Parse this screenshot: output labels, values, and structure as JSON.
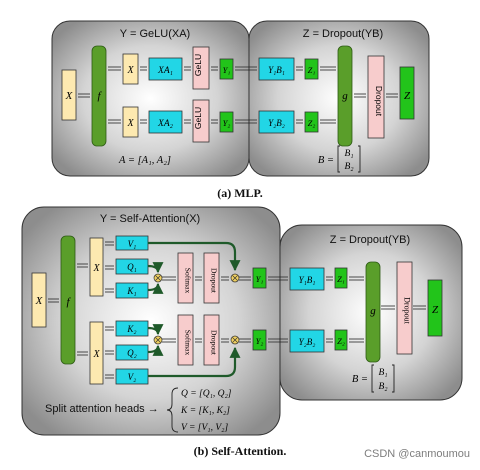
{
  "mlp": {
    "caption": "(a) MLP.",
    "left_title": "Y = GeLU(XA)",
    "right_title": "Z = Dropout(YB)",
    "a_def": "A = [A₁, A₂]",
    "b_lhs": "B =",
    "b_top": "B₁",
    "b_bottom": "B₂",
    "x_input": "X",
    "f_block": "f",
    "x_top": "X",
    "x_bottom": "X",
    "xa_top": "XA₁",
    "xa_bottom": "XA₂",
    "gelu_top": "GeLU",
    "gelu_bottom": "GeLU",
    "y_top": "Y₁",
    "y_bottom": "Y₂",
    "yb_top": "Y₁B₁",
    "yb_bottom": "Y₂B₂",
    "z_top": "Z₁",
    "z_bottom": "Z₂",
    "g_block": "g",
    "dropout": "Dropout",
    "z_out": "Z"
  },
  "attn": {
    "caption": "(b) Self-Attention.",
    "left_title": "Y = Self-Attention(X)",
    "right_title": "Z = Dropout(YB)",
    "x_input": "X",
    "f_block": "f",
    "x_top": "X",
    "x_bottom": "X",
    "v1": "V₁",
    "q1": "Q₁",
    "k1": "K₁",
    "k2": "K₂",
    "q2": "Q₂",
    "v2": "V₂",
    "softmax_top": "Softmax",
    "softmax_bottom": "Softmax",
    "dropout_top": "Dropout",
    "dropout_bottom": "Dropout",
    "y_top": "Y₁",
    "y_bottom": "Y₂",
    "yb_top": "Y₁B₁",
    "yb_bottom": "Y₂B₂",
    "z_top": "Z₁",
    "z_bottom": "Z₂",
    "g_block": "g",
    "dropout_right": "Dropout",
    "z_out": "Z",
    "b_lhs": "B =",
    "b_top": "B₁",
    "b_bottom": "B₂",
    "split_label": "Split attention heads →",
    "q_def": "Q = [Q₁, Q₂]",
    "k_def": "K = [K₁, K₂]",
    "v_def": "V = [V₁, V₂]"
  },
  "watermark": "CSDN @canmoumou",
  "colors": {
    "input": "#fde9b0",
    "f_g_block": "#5a9e2a",
    "matmul": "#22d6e6",
    "nonlinear": "#f7cccc",
    "output": "#22c41a",
    "head_arrow": "#1f5a2a"
  }
}
